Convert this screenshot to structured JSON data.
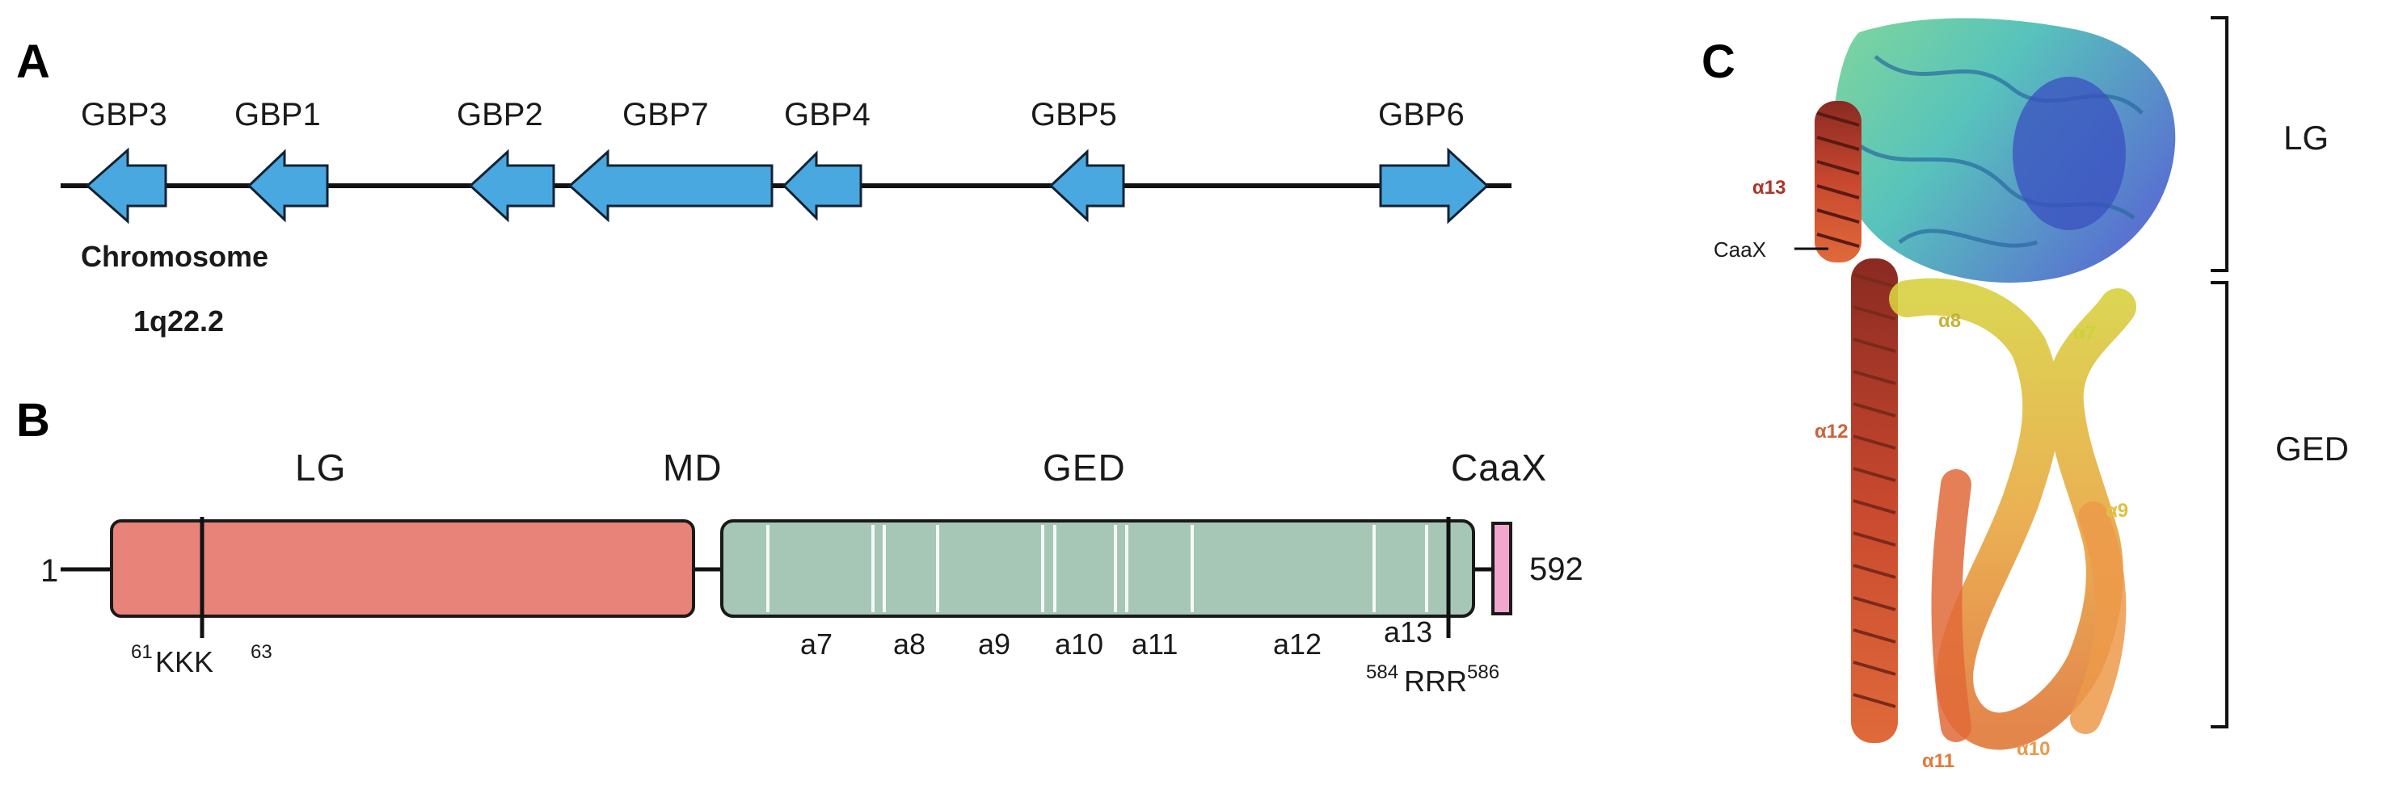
{
  "panel_a": {
    "letter": "A",
    "chromosome_line1": "Chromosome",
    "chromosome_line2": "1q22.2",
    "genes": [
      {
        "name": "GBP3",
        "direction": "left"
      },
      {
        "name": "GBP1",
        "direction": "left"
      },
      {
        "name": "GBP2",
        "direction": "left"
      },
      {
        "name": "GBP7",
        "direction": "left"
      },
      {
        "name": "GBP4",
        "direction": "left"
      },
      {
        "name": "GBP5",
        "direction": "left"
      },
      {
        "name": "GBP6",
        "direction": "right"
      }
    ],
    "arrow_color": "#4aa8e0"
  },
  "panel_b": {
    "letter": "B",
    "start": "1",
    "end": "592",
    "domains": {
      "lg": {
        "label": "LG",
        "color": "#e8837a"
      },
      "md": {
        "label": "MD"
      },
      "ged": {
        "label": "GED",
        "color": "#a6c7b5"
      },
      "caax": {
        "label": "CaaX",
        "color": "#f2a6cc"
      }
    },
    "helices": [
      "a7",
      "a8",
      "a9",
      "a10",
      "a11",
      "a12",
      "a13"
    ],
    "motif_kkk": {
      "start": "61",
      "residues": "KKK",
      "end": "63"
    },
    "motif_rrr": {
      "start": "584",
      "residues": "RRR",
      "end": "586"
    }
  },
  "panel_c": {
    "letter": "C",
    "regions": [
      "LG",
      "GED"
    ],
    "caax_label": "CaaX",
    "helix_labels": [
      {
        "text": "α13",
        "color": "#a8362a"
      },
      {
        "text": "α8",
        "color": "#d4c23a"
      },
      {
        "text": "α7",
        "color": "#c9d43a"
      },
      {
        "text": "α12",
        "color": "#d0603a"
      },
      {
        "text": "α9",
        "color": "#e0c040"
      },
      {
        "text": "α11",
        "color": "#e07a3a"
      },
      {
        "text": "α10",
        "color": "#e89a4a"
      }
    ]
  }
}
